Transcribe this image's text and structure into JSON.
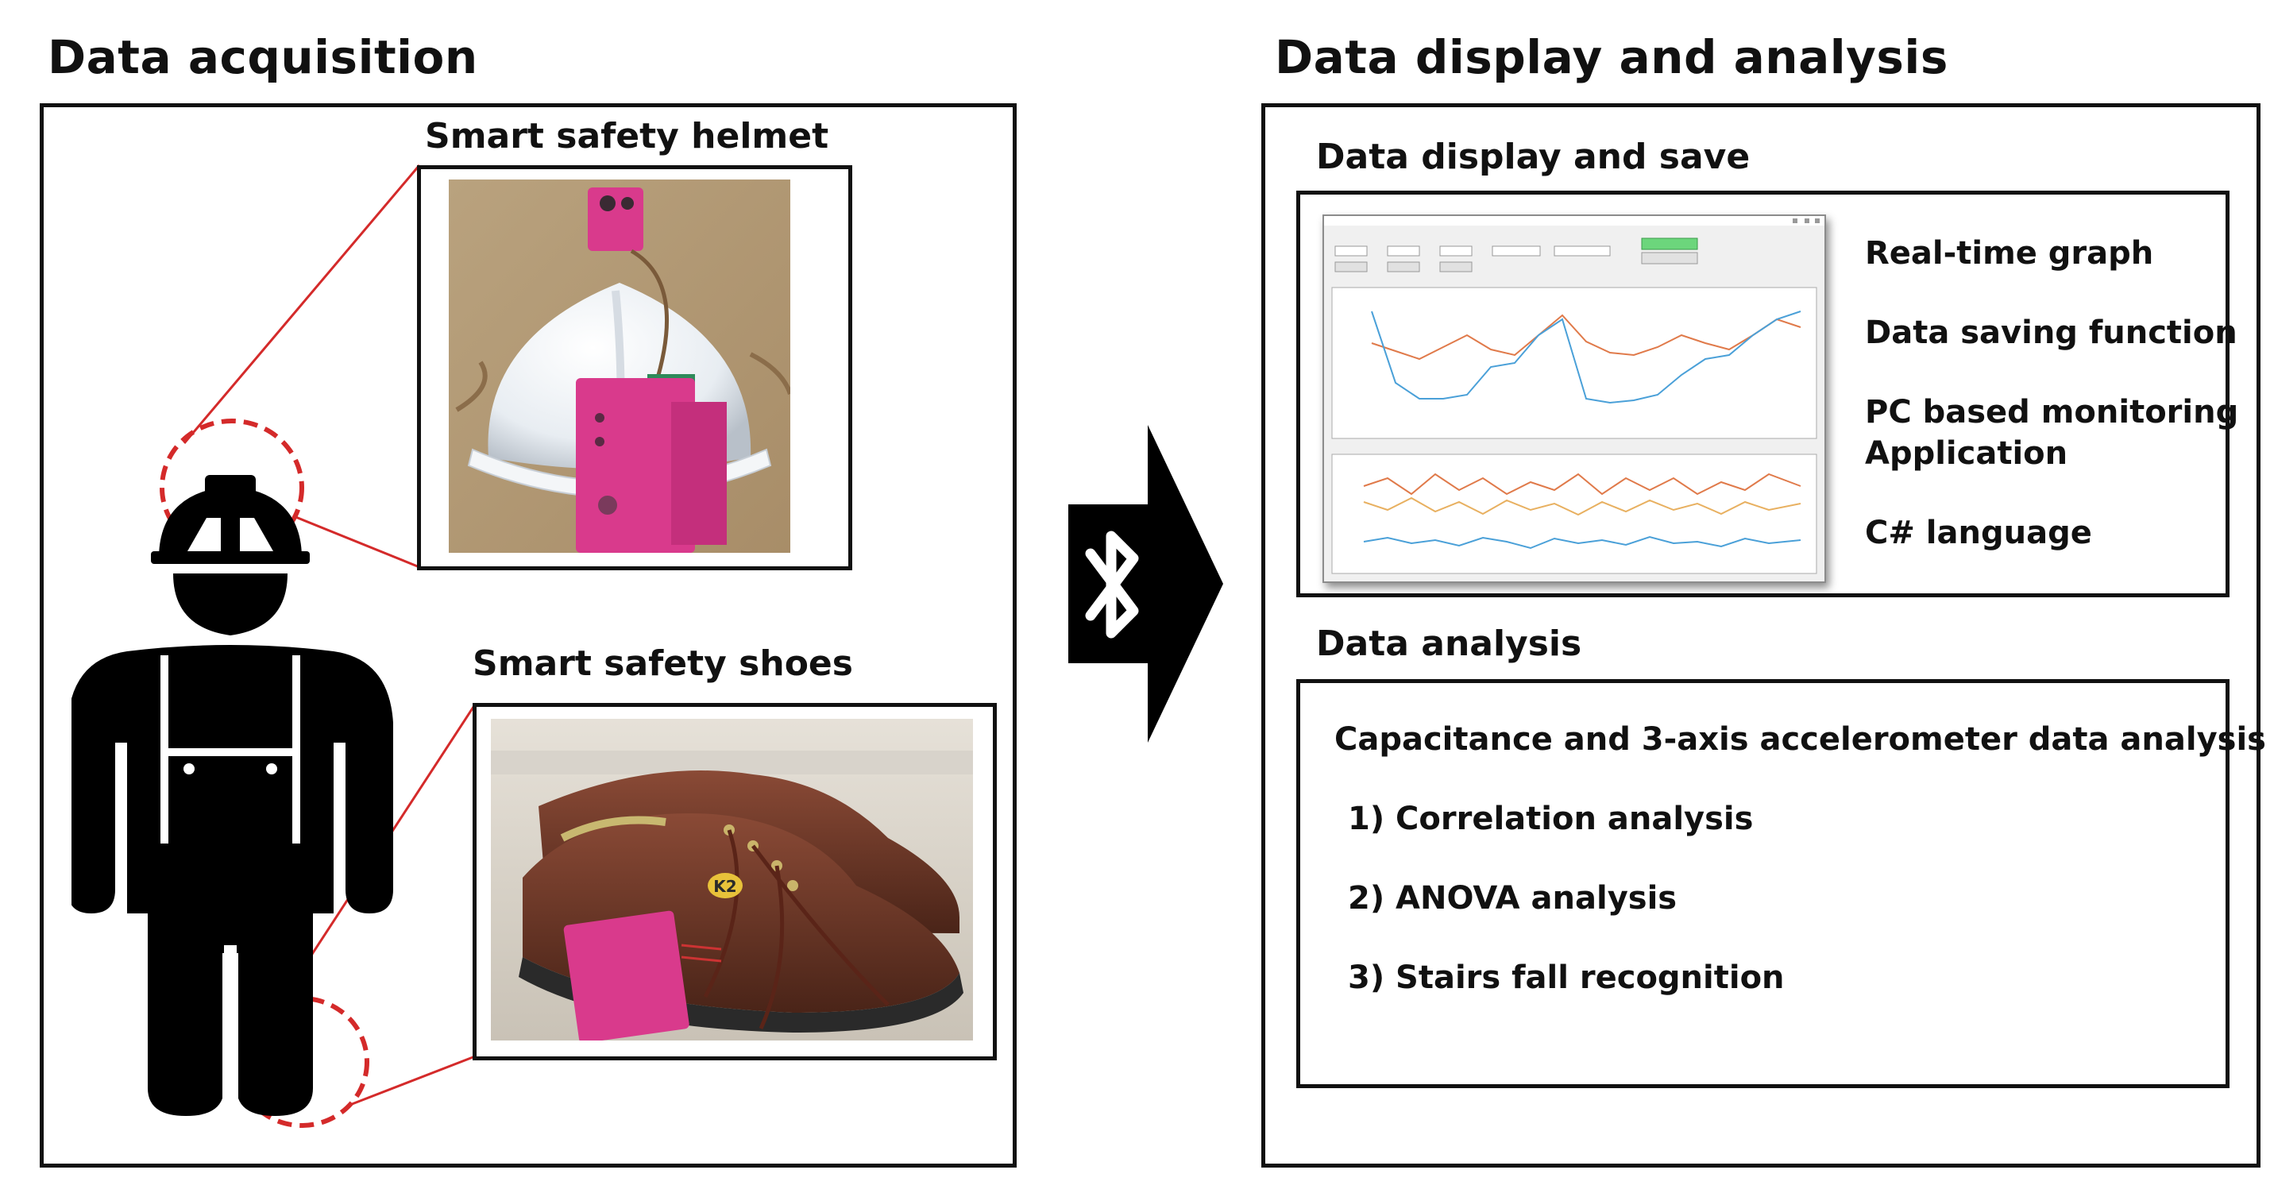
{
  "acquisition": {
    "title": "Data acquisition",
    "helmet_label": "Smart safety helmet",
    "shoes_label": "Smart safety shoes",
    "shoe_logo": "K2"
  },
  "display_analysis": {
    "title": "Data display and analysis",
    "display_save": {
      "heading": "Data display and save",
      "features": [
        "Real-time graph",
        "Data saving function",
        "PC based monitoring",
        "Application",
        "C# language"
      ]
    },
    "analysis": {
      "heading": "Data analysis",
      "intro": "Capacitance and 3-axis accelerometer data analysis",
      "items": [
        "1) Correlation analysis",
        "2) ANOVA analysis",
        "3) Stairs fall recognition"
      ]
    }
  },
  "icons": {
    "bluetooth": "bluetooth-icon",
    "worker": "worker-icon"
  },
  "colors": {
    "callout": "#d42a2a",
    "device": "#d93a8c",
    "app_button": "#6cd67c"
  }
}
